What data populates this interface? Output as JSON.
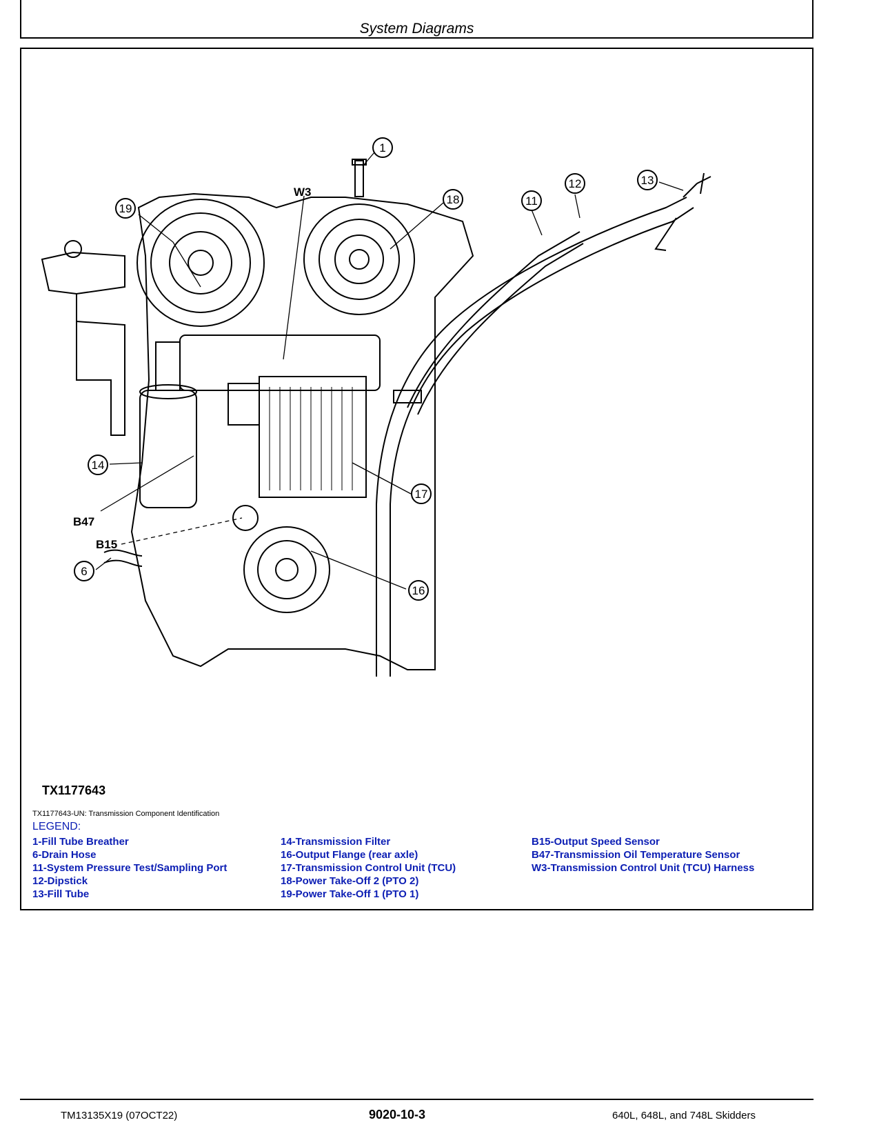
{
  "header": {
    "section_title": "System Diagrams"
  },
  "figure": {
    "figure_id": "TX1177643",
    "caption": "TX1177643-UN: Transmission Component Identification",
    "callouts": {
      "c1": "1",
      "c19": "19",
      "w3": "W3",
      "c18": "18",
      "c11": "11",
      "c12": "12",
      "c13": "13",
      "c14": "14",
      "b47": "B47",
      "b15": "B15",
      "c6": "6",
      "c17": "17",
      "c16": "16"
    }
  },
  "legend": {
    "heading": "LEGEND:",
    "col1": [
      "1-Fill Tube Breather",
      "6-Drain Hose",
      "11-System Pressure Test/Sampling Port",
      "12-Dipstick",
      "13-Fill Tube"
    ],
    "col2": [
      "14-Transmission Filter",
      "16-Output Flange (rear axle)",
      "17-Transmission Control Unit (TCU)",
      "18-Power Take-Off 2 (PTO 2)",
      "19-Power Take-Off 1 (PTO 1)"
    ],
    "col3": [
      "B15-Output Speed Sensor",
      "B47-Transmission Oil Temperature Sensor",
      "W3-Transmission Control Unit (TCU) Harness"
    ]
  },
  "footer": {
    "manual_id": "TM13135X19 (07OCT22)",
    "page_number": "9020-10-3",
    "product": "640L, 648L, and 748L Skidders"
  }
}
